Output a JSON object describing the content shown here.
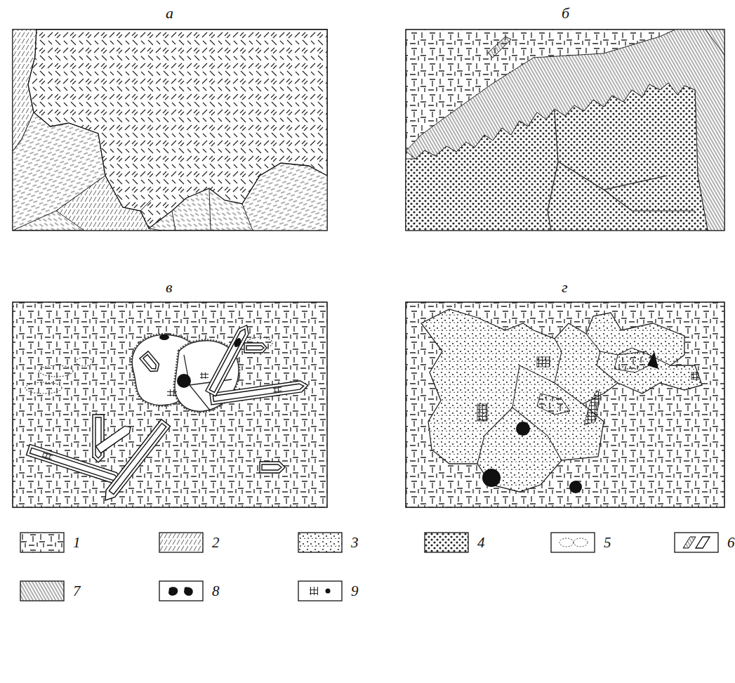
{
  "diagram": {
    "labels": [
      "а",
      "б",
      "в",
      "г"
    ],
    "legend": [
      {
        "text": "1"
      },
      {
        "text": "2"
      },
      {
        "text": "3"
      },
      {
        "text": "4"
      },
      {
        "text": "5"
      },
      {
        "text": "6"
      },
      {
        "text": "7"
      },
      {
        "text": "8"
      },
      {
        "text": "9"
      }
    ]
  }
}
